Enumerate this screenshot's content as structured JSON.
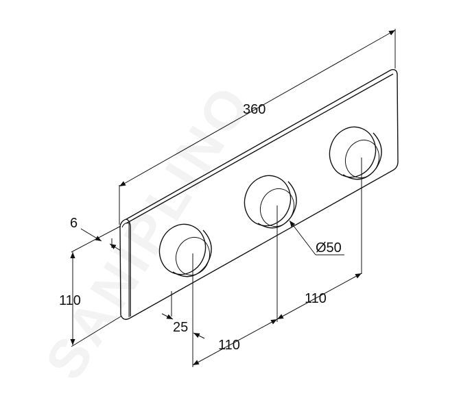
{
  "dimensions": {
    "total_width": "360",
    "thickness": "6",
    "height": "110",
    "knob_depth": "25",
    "spacing_left": "110",
    "spacing_right": "110",
    "knob_diameter": "Ø50"
  },
  "watermark": {
    "text": "SANIPLINO"
  },
  "colors": {
    "line": "#111111",
    "background": "#ffffff"
  }
}
